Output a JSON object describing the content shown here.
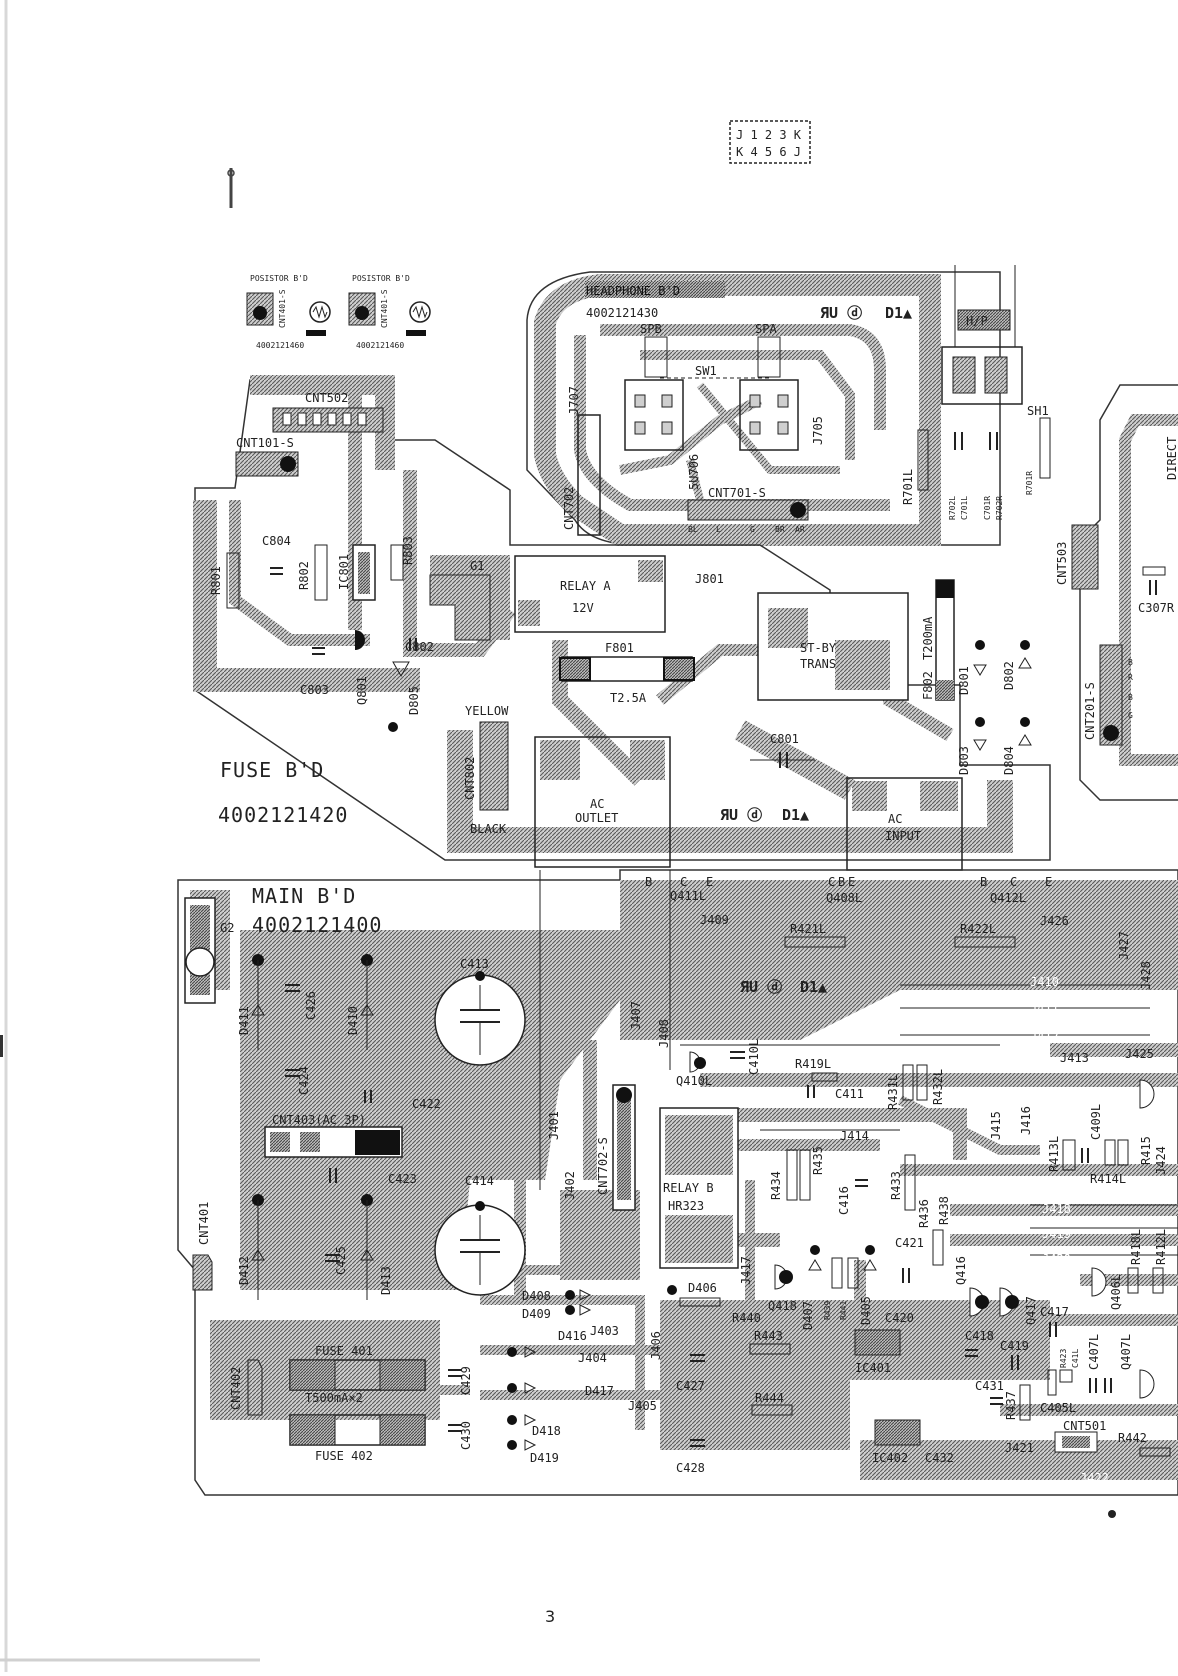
{
  "page_number": "3",
  "code_box": {
    "row1": "J 1 2 3 K",
    "row2": "K 4 5 6 J"
  },
  "positors": [
    {
      "title": "POSISTOR B'D",
      "part": "4002121460",
      "connector": "CNT401-S"
    },
    {
      "title": "POSISTOR B'D",
      "part": "4002121460",
      "connector": "CNT401-S"
    }
  ],
  "headphone": {
    "name": "HEADPHONE B'D",
    "part": "4002121430",
    "labels": [
      "SPB",
      "SPA",
      "SW1",
      "J707",
      "J705",
      "5U706",
      "CNT702",
      "CNT701-S",
      "BL",
      "L",
      "G",
      "BR",
      "AR",
      "R701L",
      "R702L",
      "C701L",
      "C701R",
      "R702R",
      "R701R",
      "H/P",
      "SH1"
    ]
  },
  "fuse": {
    "name": "FUSE B'D",
    "part": "4002121420",
    "labels": [
      "CNT502",
      "CNT101-S",
      "R801",
      "C804",
      "R802",
      "IC801",
      "R803",
      "C803",
      "Q801",
      "C802",
      "D805",
      "G1",
      "RELAY A",
      "12V",
      "J801",
      "F801",
      "T2.5A",
      "ST-BY",
      "TRANS",
      "F802",
      "T200mA",
      "D801",
      "D802",
      "D803",
      "D804",
      "C801",
      "YELLOW",
      "CNT802",
      "BLACK",
      "AC",
      "OUTLET",
      "INPUT"
    ]
  },
  "right_edge": {
    "labels": [
      "DIRECT",
      "CNT503",
      "C307R",
      "CNT201-S",
      "B",
      "R",
      "B",
      "G"
    ]
  },
  "main": {
    "name": "MAIN B'D",
    "part": "4002121400",
    "labels": [
      "G2",
      "D411",
      "C426",
      "D410",
      "C424",
      "C413",
      "C422",
      "CNT403(AC 3P)",
      "C423",
      "CNT401",
      "D412",
      "C425",
      "D413",
      "C414",
      "CNT402",
      "FUSE 401",
      "T500mA×2",
      "FUSE 402",
      "C429",
      "C430",
      "D408",
      "D409",
      "D416",
      "D417",
      "D418",
      "D419",
      "J403",
      "J404",
      "J405",
      "J406",
      "C427",
      "C428",
      "J407",
      "J408",
      "J401",
      "J402",
      "CNT702-S",
      "RELAY B",
      "HR323",
      "Q410L",
      "C410L",
      "R419L",
      "C411",
      "Q411L",
      "Q408L",
      "Q412L",
      "J409",
      "R421L",
      "R422L",
      "J426",
      "J427",
      "J428",
      "J410",
      "J411",
      "J412",
      "J413",
      "J425",
      "J414",
      "J415",
      "J416",
      "R431L",
      "R432L",
      "R434",
      "R435",
      "C416",
      "R433",
      "R436",
      "R438",
      "J417",
      "J418",
      "J419",
      "J420",
      "Q418",
      "D406",
      "R440",
      "D407",
      "R439",
      "R441",
      "D405",
      "C421",
      "Q416",
      "Q417",
      "C420",
      "R443",
      "IC401",
      "R444",
      "IC402",
      "C432",
      "C419",
      "C418",
      "C431",
      "R437",
      "C417",
      "J421",
      "J422",
      "CNT501",
      "R442",
      "R413L",
      "C409L",
      "R414L",
      "R415",
      "J424",
      "Q406L",
      "R418L",
      "R412L",
      "C407L",
      "Q407L",
      "C405L",
      "R423",
      "C41L"
    ]
  },
  "marks": {
    "safety": "D1▲",
    "ul": "ЯU ⓓ",
    "pins": [
      "B",
      "C",
      "E"
    ]
  }
}
